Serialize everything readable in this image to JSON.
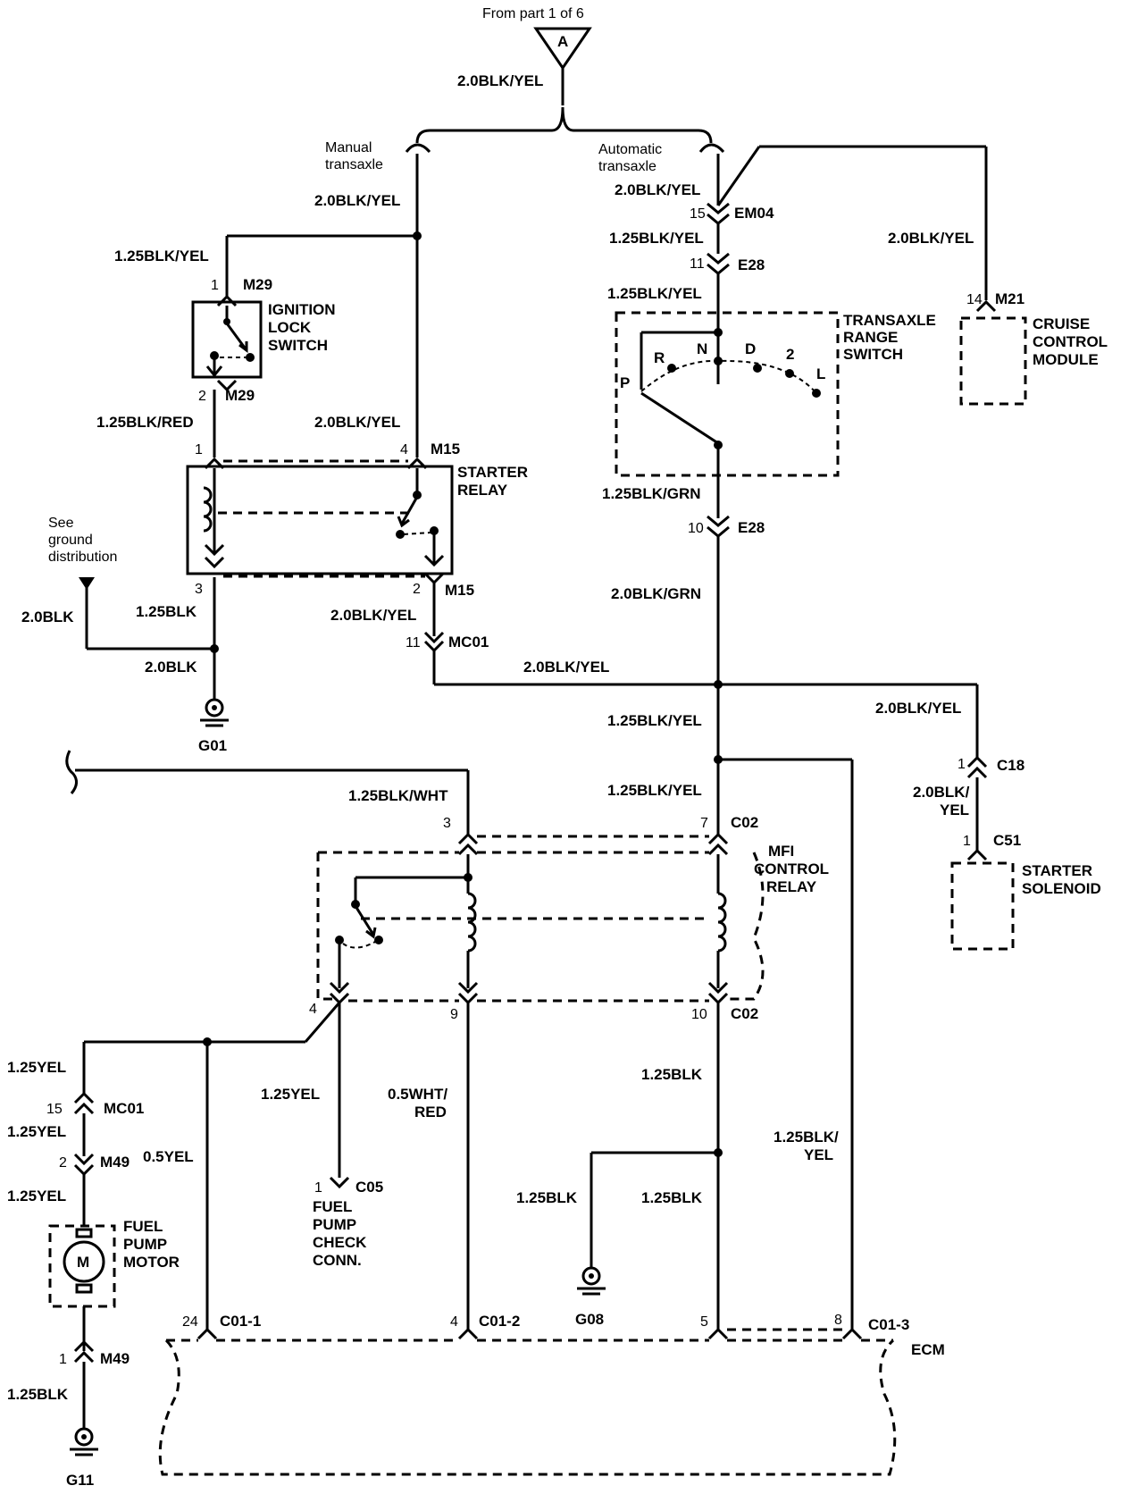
{
  "header": {
    "from_text": "From  part 1 of 6",
    "connector_letter": "A"
  },
  "transaxle": {
    "manual": "Manual\ntransaxle",
    "automatic": "Automatic\ntransaxle"
  },
  "wires": {
    "top": "2.0BLK/YEL",
    "manual_main": "2.0BLK/YEL",
    "ign_in": "1.25BLK/YEL",
    "ign_out": "1.25BLK/RED",
    "relay_in4": "2.0BLK/YEL",
    "relay_gnd": "1.25BLK",
    "gnd_left": "2.0BLK",
    "gnd_g01": "2.0BLK",
    "relay_out2": "2.0BLK/YEL",
    "mc01_bus": "2.0BLK/YEL",
    "auto_main": "2.0BLK/YEL",
    "em04_e28": "1.25BLK/YEL",
    "e28_trs": "1.25BLK/YEL",
    "trs_out": "1.25BLK/GRN",
    "e28_down": "2.0BLK/GRN",
    "cruise": "2.0BLK/YEL",
    "starter_feed": "2.0BLK/YEL",
    "c18_c51": "2.0BLK/\nYEL",
    "mfi_feed": "1.25BLK/YEL",
    "c02_7": "1.25BLK/YEL",
    "mfi_3": "1.25BLK/WHT",
    "fp_1": "1.25YEL",
    "fp_2": "1.25YEL",
    "fp_3": "1.25YEL",
    "c01_24": "0.5YEL",
    "c05": "1.25YEL",
    "c01_4": "0.5WHT/\nRED",
    "c02_10": "1.25BLK",
    "g08_a": "1.25BLK",
    "g08_b": "1.25BLK",
    "c01_8": "1.25BLK/\nYEL",
    "g11": "1.25BLK"
  },
  "components": {
    "ignition": "IGNITION\nLOCK\nSWITCH",
    "starter_relay": "STARTER\nRELAY",
    "trs": "TRANSAXLE\nRANGE\nSWITCH",
    "cruise": "CRUISE\nCONTROL\nMODULE",
    "starter_solenoid": "STARTER\nSOLENOID",
    "mfi": "MFI\nCONTROL\nRELAY",
    "fuel_pump": "FUEL\nPUMP\nMOTOR",
    "fuel_check": "FUEL\nPUMP\nCHECK\nCONN.",
    "ecm": "ECM",
    "motor_letter": "M",
    "see_ground": "See\nground\ndistribution"
  },
  "gear_positions": {
    "p": "P",
    "r": "R",
    "n": "N",
    "d": "D",
    "two": "2",
    "l": "L"
  },
  "connectors": {
    "m29a": {
      "pin": "1",
      "name": "M29"
    },
    "m29b": {
      "pin": "2",
      "name": "M29"
    },
    "m15a1": {
      "pin": "1",
      "name": ""
    },
    "m15a4": {
      "pin": "4",
      "name": "M15"
    },
    "m15b3": {
      "pin": "3",
      "name": ""
    },
    "m15b2": {
      "pin": "2",
      "name": "M15"
    },
    "mc01a": {
      "pin": "11",
      "name": "MC01"
    },
    "em04": {
      "pin": "15",
      "name": "EM04"
    },
    "e28a": {
      "pin": "11",
      "name": "E28"
    },
    "e28b": {
      "pin": "10",
      "name": "E28"
    },
    "m21": {
      "pin": "14",
      "name": "M21"
    },
    "c18": {
      "pin": "1",
      "name": "C18"
    },
    "c51": {
      "pin": "1",
      "name": "C51"
    },
    "c02_3": {
      "pin": "3",
      "name": ""
    },
    "c02_7": {
      "pin": "7",
      "name": "C02"
    },
    "c02_4": {
      "pin": "4",
      "name": ""
    },
    "c02_9": {
      "pin": "9",
      "name": ""
    },
    "c02_10": {
      "pin": "10",
      "name": "C02"
    },
    "mc01b": {
      "pin": "15",
      "name": "MC01"
    },
    "m49a": {
      "pin": "2",
      "name": "M49"
    },
    "m49b": {
      "pin": "1",
      "name": "M49"
    },
    "c05": {
      "pin": "1",
      "name": "C05"
    },
    "c01_1": {
      "pin": "24",
      "name": "C01-1"
    },
    "c01_2": {
      "pin": "4",
      "name": "C01-2"
    },
    "c01_3a": {
      "pin": "5",
      "name": ""
    },
    "c01_3b": {
      "pin": "8",
      "name": "C01-3"
    }
  },
  "grounds": {
    "g01": "G01",
    "g08": "G08",
    "g11": "G11"
  }
}
